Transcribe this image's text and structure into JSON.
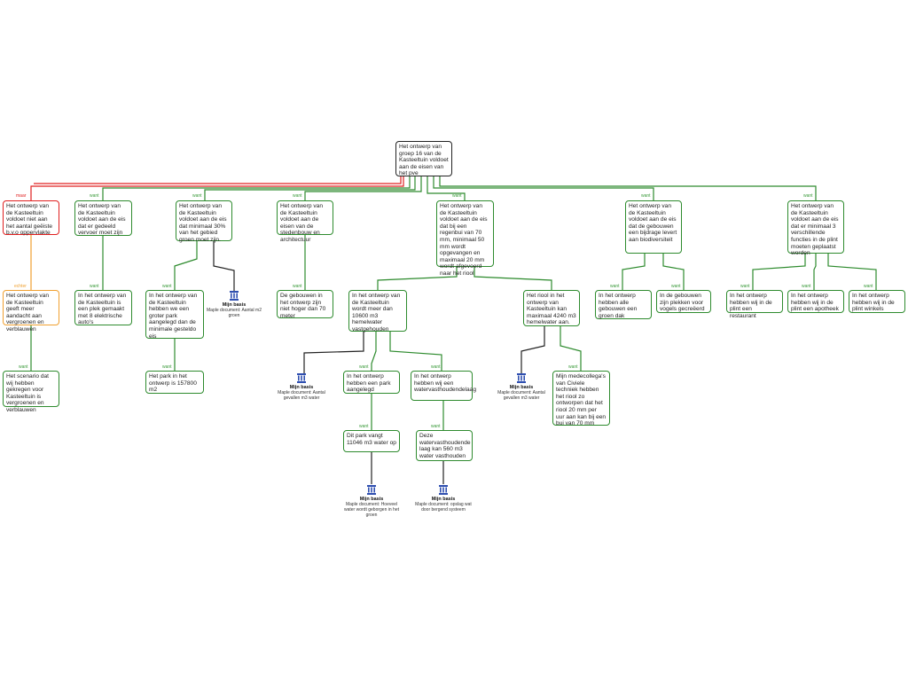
{
  "nodes": {
    "root": "Het ontwerp van groep 16 van de Kasteeltuin voldoet aan de eisen van het pve",
    "n_con": "Het ontwerp van de Kasteeltuin voldoet niet aan het aantal geëiste b.v.o oppervlakte",
    "n_ov": "Het ontwerp van de Kasteeltuin voldoet aan de eis dat er gedeeld vervoer moet zijn",
    "n_groen": "Het ontwerp van de Kasteeltuin voldoet aan de eis dat minimaal 30% van het gebied groen moet zijn.",
    "n_stede": "Het ontwerp van de Kasteeltuin voldoet aan de eisen van de stedenbouw en architectuur",
    "n_regen": "Het ontwerp van de Kasteeltuin voldoet aan de eis dat bij een regenbui van 70 mm, minimaal 50 mm wordt opgevangen en maximaal 20 mm wordt afgevoerd naar het riool",
    "n_bio": "Het ontwerp van de Kasteeltuin voldoet aan de eis dat de gebouwen een bijdrage levert aan biodiversiteit",
    "n_func": "Het ontwerp van de Kasteeltuin voldoet aan de eis dat er minimaal 3 verschillende functies in de plint moeten geplaatst worden",
    "n_orange": "Het ontwerp van de Kasteeltuin geeft meer aandacht aan vergroenen en verblauwen",
    "n_orange_child": "Het scenario dat wij hebben gekregen voor Kasteeltuin is vergroenen en verblauwen",
    "n_ov_child": "In het ontwerp van de Kasteeltuin is een plek gemaakt met 8 elektrische auto's",
    "n_groen_child": "In het ontwerp van de Kasteeltuin hebben we een groter park aangelegd dan de minimale gesteldo eis",
    "n_groen_gc": "Het park in het ontwerp is 157800 m2",
    "n_stede_child": "De gebouwen in het ontwerp zijn niet hoger dan 70 meter",
    "n_regen_c1": "In het ontwerp van de Kasteeltuin wordt meer dan 10600 m3 hemelwater vastgehouden",
    "n_regen_c2": "Het riool in het ontwerp van Kasteeltuin kan maximaal 4240 m3 hemelwater aan.",
    "n_park": "In het ontwerp hebben een park aangelegd",
    "n_laag": "In het ontwerp hebben wij een watervasthoudendelaag",
    "n_park_c": "Dit park vangt 11046 m3 water op",
    "n_laag_c": "Deze watervasthoudende laag kan 560 m3 water vasthouden",
    "n_civiel": "Mijn medecollega's van Civiele techniek hebben het riool zo ontworpen dat het riool 20 mm per uur aan kan bij een bui van 70 mm",
    "n_bio_c1": "In het ontwerp hebben alle gebouwen een groen dak",
    "n_bio_c2": "In de gebouwen zijn plekken voor vogels gecreëerd",
    "n_func_c1": "In het ontwerp hebben wij in de plint een restaurant",
    "n_func_c2": "In het ontwerp hebben wij in de plint een apotheek",
    "n_func_c3": "In het ontwerp hebben wij in de plint winkels"
  },
  "labels": {
    "maar": "maar",
    "want": "want",
    "echter": "echter"
  },
  "maple": {
    "title": "Mijn basis",
    "m1": "Maple document: Aantal m2 groen",
    "m2": "Maple document: Aantal gevallen m3 water",
    "m3": "Maple document: Aantal gevallen m3 water",
    "m4": "Maple document: Hoeveel water wordt geborgen in het groen",
    "m5": "Maple document: opslag wat door bergend systeem"
  },
  "colors": {
    "green": "#2e8b2e",
    "red": "#e02020",
    "orange": "#f0a030",
    "black": "#222222",
    "icon_blue": "#3050b0"
  }
}
